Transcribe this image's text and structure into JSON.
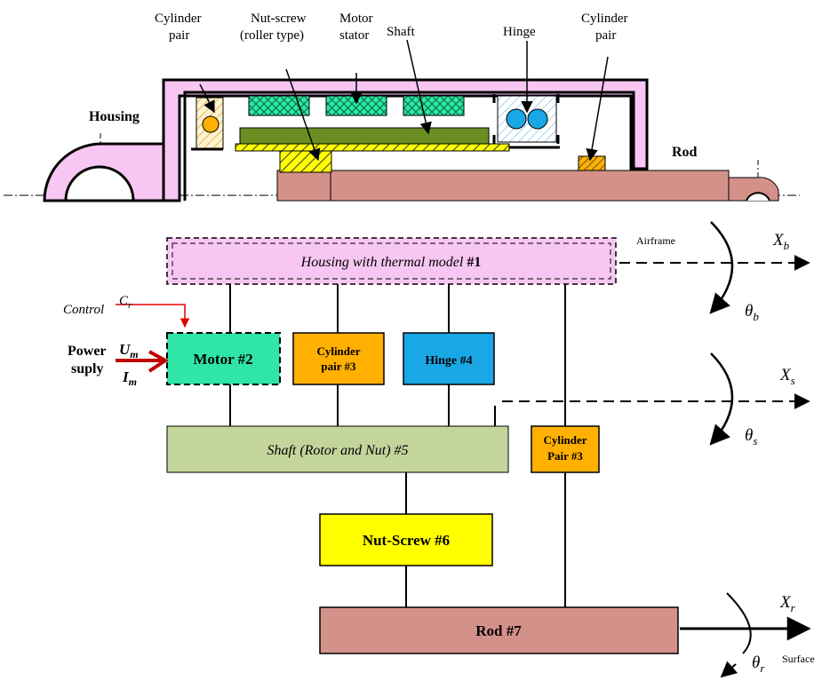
{
  "labels": {
    "cylinder_pair_left_1": "Cylinder",
    "cylinder_pair_left_2": "pair",
    "nut_screw_1": "Nut-screw",
    "nut_screw_2": "(roller type)",
    "motor_stator_1": "Motor",
    "motor_stator_2": "stator",
    "shaft": "Shaft",
    "hinge": "Hinge",
    "cylinder_pair_right_1": "Cylinder",
    "cylinder_pair_right_2": "pair",
    "housing": "Housing",
    "rod": "Rod"
  },
  "blocks": {
    "housing": {
      "label": "Housing with thermal model ",
      "num": "#1"
    },
    "motor": "Motor #2",
    "cyl_pair_a_1": "Cylinder",
    "cyl_pair_a_2": "pair #3",
    "hinge": "Hinge #4",
    "shaft": {
      "p1": "Shaft (",
      "p2": "Rotor and Nut",
      "p3": ") #5"
    },
    "cyl_pair_b_1": "Cylinder",
    "cyl_pair_b_2": "Pair #3",
    "nut_screw": "Nut-Screw #6",
    "rod": "Rod #7"
  },
  "signals": {
    "control": "Control",
    "cr": "C",
    "cr_sub": "r",
    "power_1": "Power",
    "power_2": "suply",
    "um": "U",
    "um_sub": "m",
    "im": "I",
    "im_sub": "m"
  },
  "outputs": {
    "airframe": "Airframe",
    "xb": "X",
    "xb_sub": "b",
    "thb": "θ",
    "thb_sub": "b",
    "xs": "X",
    "xs_sub": "s",
    "ths": "θ",
    "ths_sub": "s",
    "xr": "X",
    "xr_sub": "r",
    "thr": "θ",
    "thr_sub": "r",
    "surface": "Surface"
  },
  "colors": {
    "housing": "#f7c6f2",
    "motor": "#2fe6a6",
    "cylinder": "#ffb000",
    "hinge": "#1aa7e6",
    "shaft": "#c4d59c",
    "nut_screw": "#ffff00",
    "rod": "#d4918a",
    "control_arrow": "#e00000",
    "power_arrow": "#c00000"
  }
}
